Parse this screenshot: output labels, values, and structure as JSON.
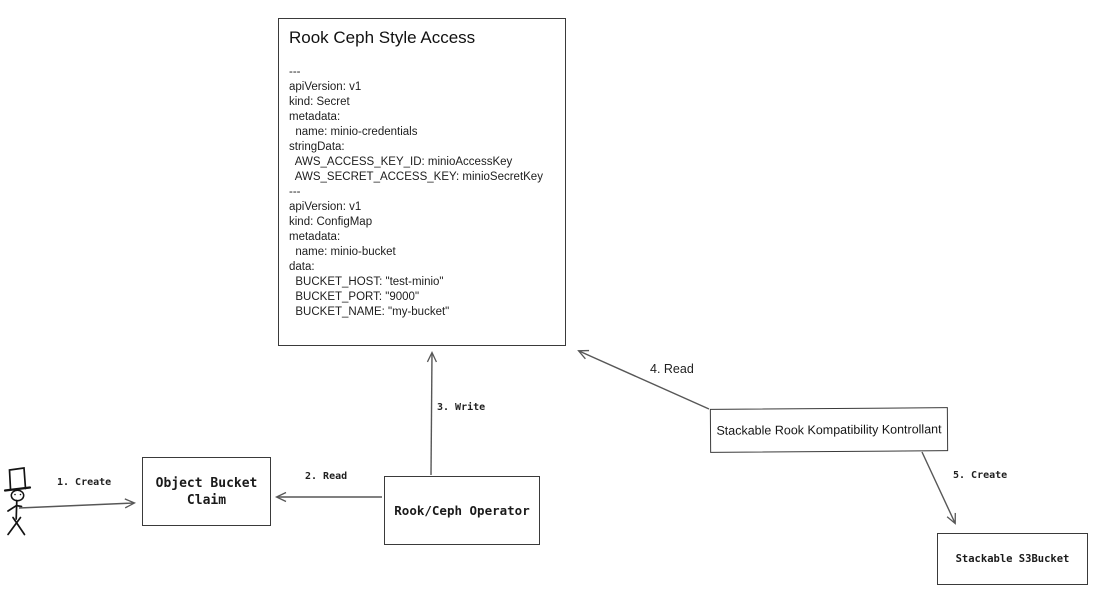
{
  "colors": {
    "background": "#ffffff",
    "ink": "#1a1a1a",
    "box_border": "#3a3a3a",
    "arrow_line": "#575757"
  },
  "nodes": {
    "rook_ceph_style_access": {
      "title": "Rook Ceph Style Access",
      "yaml_lines": [
        "---",
        "apiVersion: v1",
        "kind: Secret",
        "metadata:",
        "  name: minio-credentials",
        "stringData:",
        "  AWS_ACCESS_KEY_ID: minioAccessKey",
        "  AWS_SECRET_ACCESS_KEY: minioSecretKey",
        "---",
        "apiVersion: v1",
        "kind: ConfigMap",
        "metadata:",
        "  name: minio-bucket",
        "data:",
        "  BUCKET_HOST: \"test-minio\"",
        "  BUCKET_PORT: \"9000\"",
        "  BUCKET_NAME: \"my-bucket\""
      ]
    },
    "object_bucket_claim": {
      "label": "Object Bucket\nClaim"
    },
    "rook_ceph_operator": {
      "label": "Rook/Ceph Operator"
    },
    "stackable_rook_kompatibility_kontrollant": {
      "label": "Stackable Rook Kompatibility Kontrollant"
    },
    "stackable_s3bucket": {
      "label": "Stackable S3Bucket"
    },
    "actor": {
      "name": "user"
    }
  },
  "edges": [
    {
      "label": "1. Create",
      "from": "user",
      "to": "object_bucket_claim"
    },
    {
      "label": "2. Read",
      "from": "rook_ceph_operator",
      "to": "object_bucket_claim"
    },
    {
      "label": "3. Write",
      "from": "rook_ceph_operator",
      "to": "rook_ceph_style_access"
    },
    {
      "label": "4. Read",
      "from": "stackable_rook_kompatibility_kontrollant",
      "to": "rook_ceph_style_access"
    },
    {
      "label": "5. Create",
      "from": "stackable_rook_kompatibility_kontrollant",
      "to": "stackable_s3bucket"
    }
  ]
}
